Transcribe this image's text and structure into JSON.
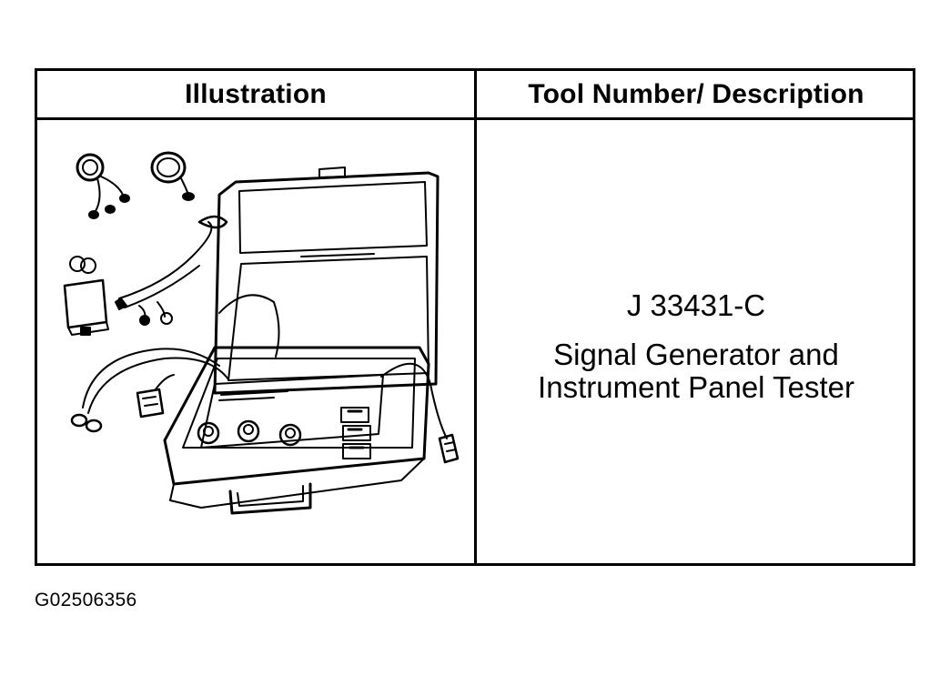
{
  "table": {
    "headers": {
      "illustration": "Illustration",
      "tool_description": "Tool Number/ Description"
    },
    "row": {
      "tool_number": "J 33431-C",
      "description_lines": [
        "Signal Generator and",
        "Instrument Panel Tester"
      ]
    }
  },
  "figure_id": "G02506356"
}
